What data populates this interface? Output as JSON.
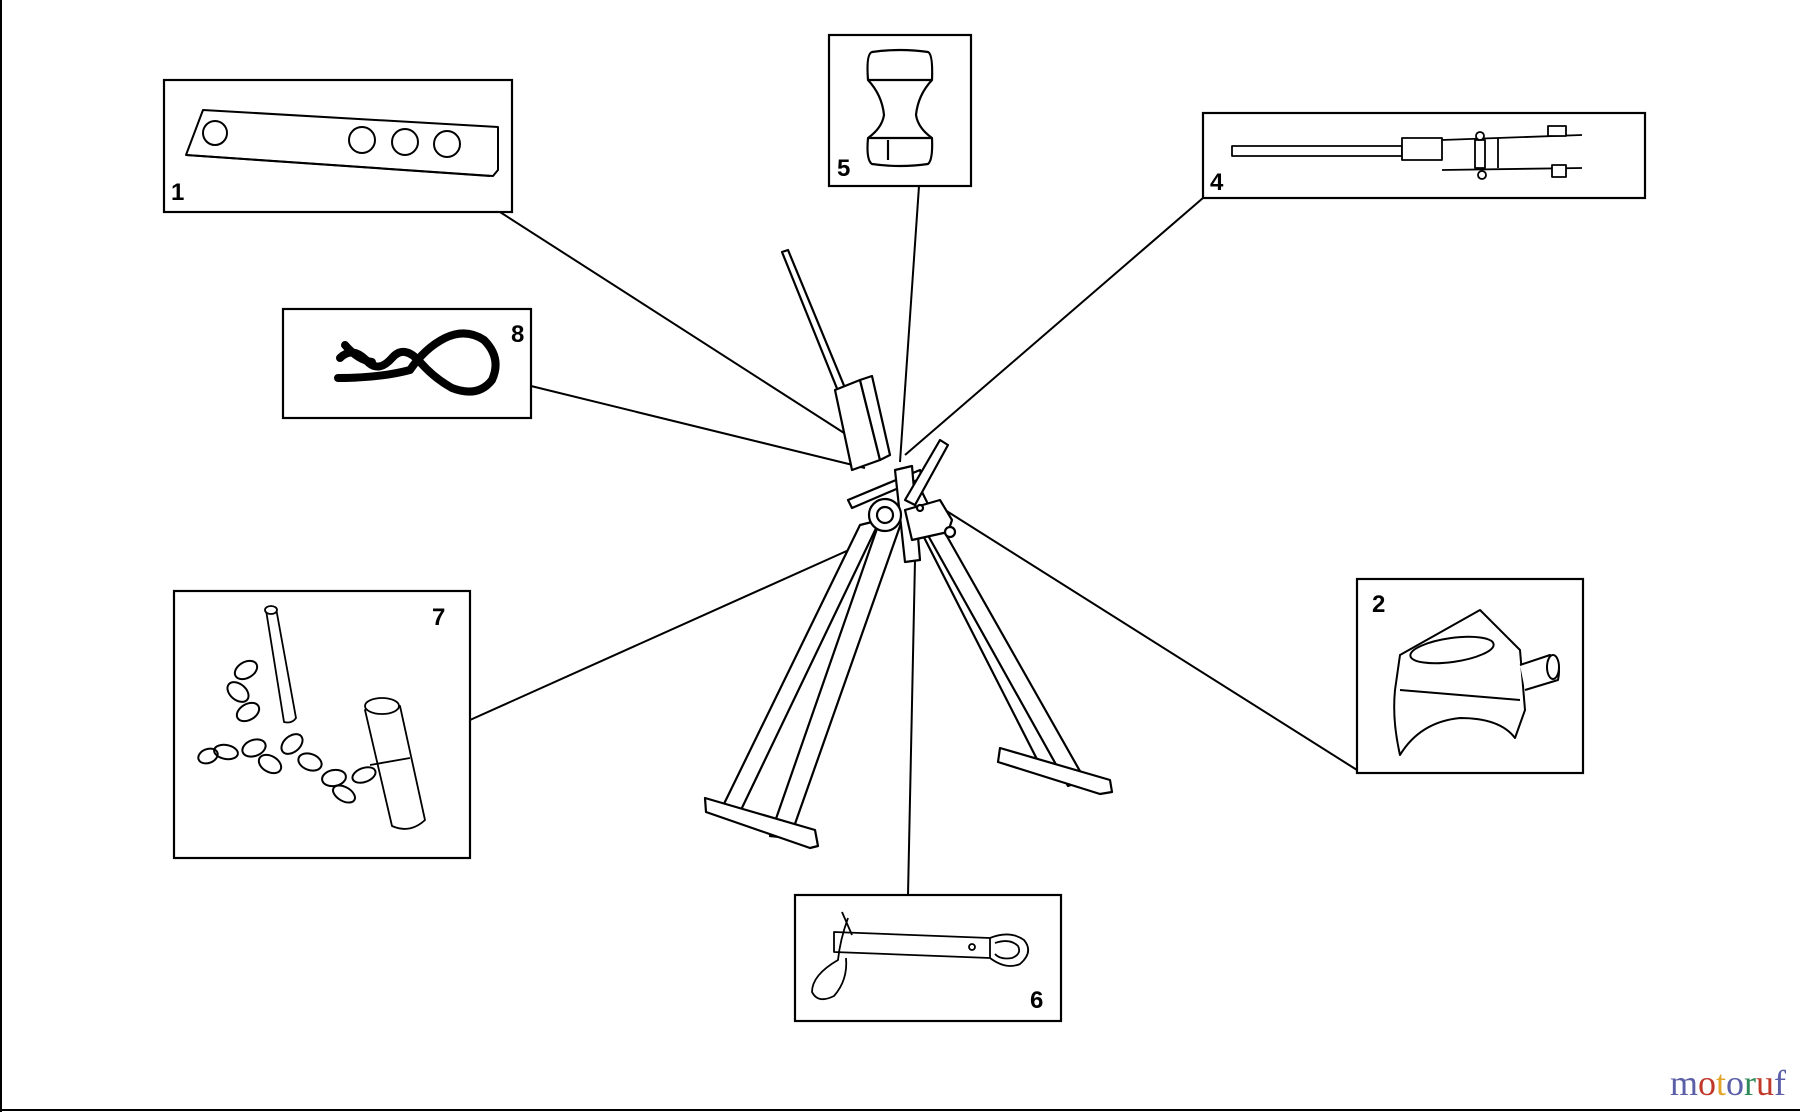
{
  "diagram": {
    "parts": [
      {
        "number": "1",
        "icon": "hole-bar-icon"
      },
      {
        "number": "2",
        "icon": "saddle-bracket-icon"
      },
      {
        "number": "4",
        "icon": "extension-arm-icon"
      },
      {
        "number": "5",
        "icon": "spool-roller-icon"
      },
      {
        "number": "6",
        "icon": "clevis-pin-icon"
      },
      {
        "number": "7",
        "icon": "chain-pins-icon"
      },
      {
        "number": "8",
        "icon": "hair-pin-clip-icon"
      }
    ]
  },
  "watermark": {
    "text": "motoruf",
    "letters": [
      {
        "ch": "m",
        "color": "#5a5fa8"
      },
      {
        "ch": "o",
        "color": "#c0392b"
      },
      {
        "ch": "t",
        "color": "#e2a52a"
      },
      {
        "ch": "o",
        "color": "#5a5fa8"
      },
      {
        "ch": "r",
        "color": "#2e8b57"
      },
      {
        "ch": "u",
        "color": "#c0392b"
      },
      {
        "ch": "f",
        "color": "#5a5fa8"
      }
    ]
  }
}
